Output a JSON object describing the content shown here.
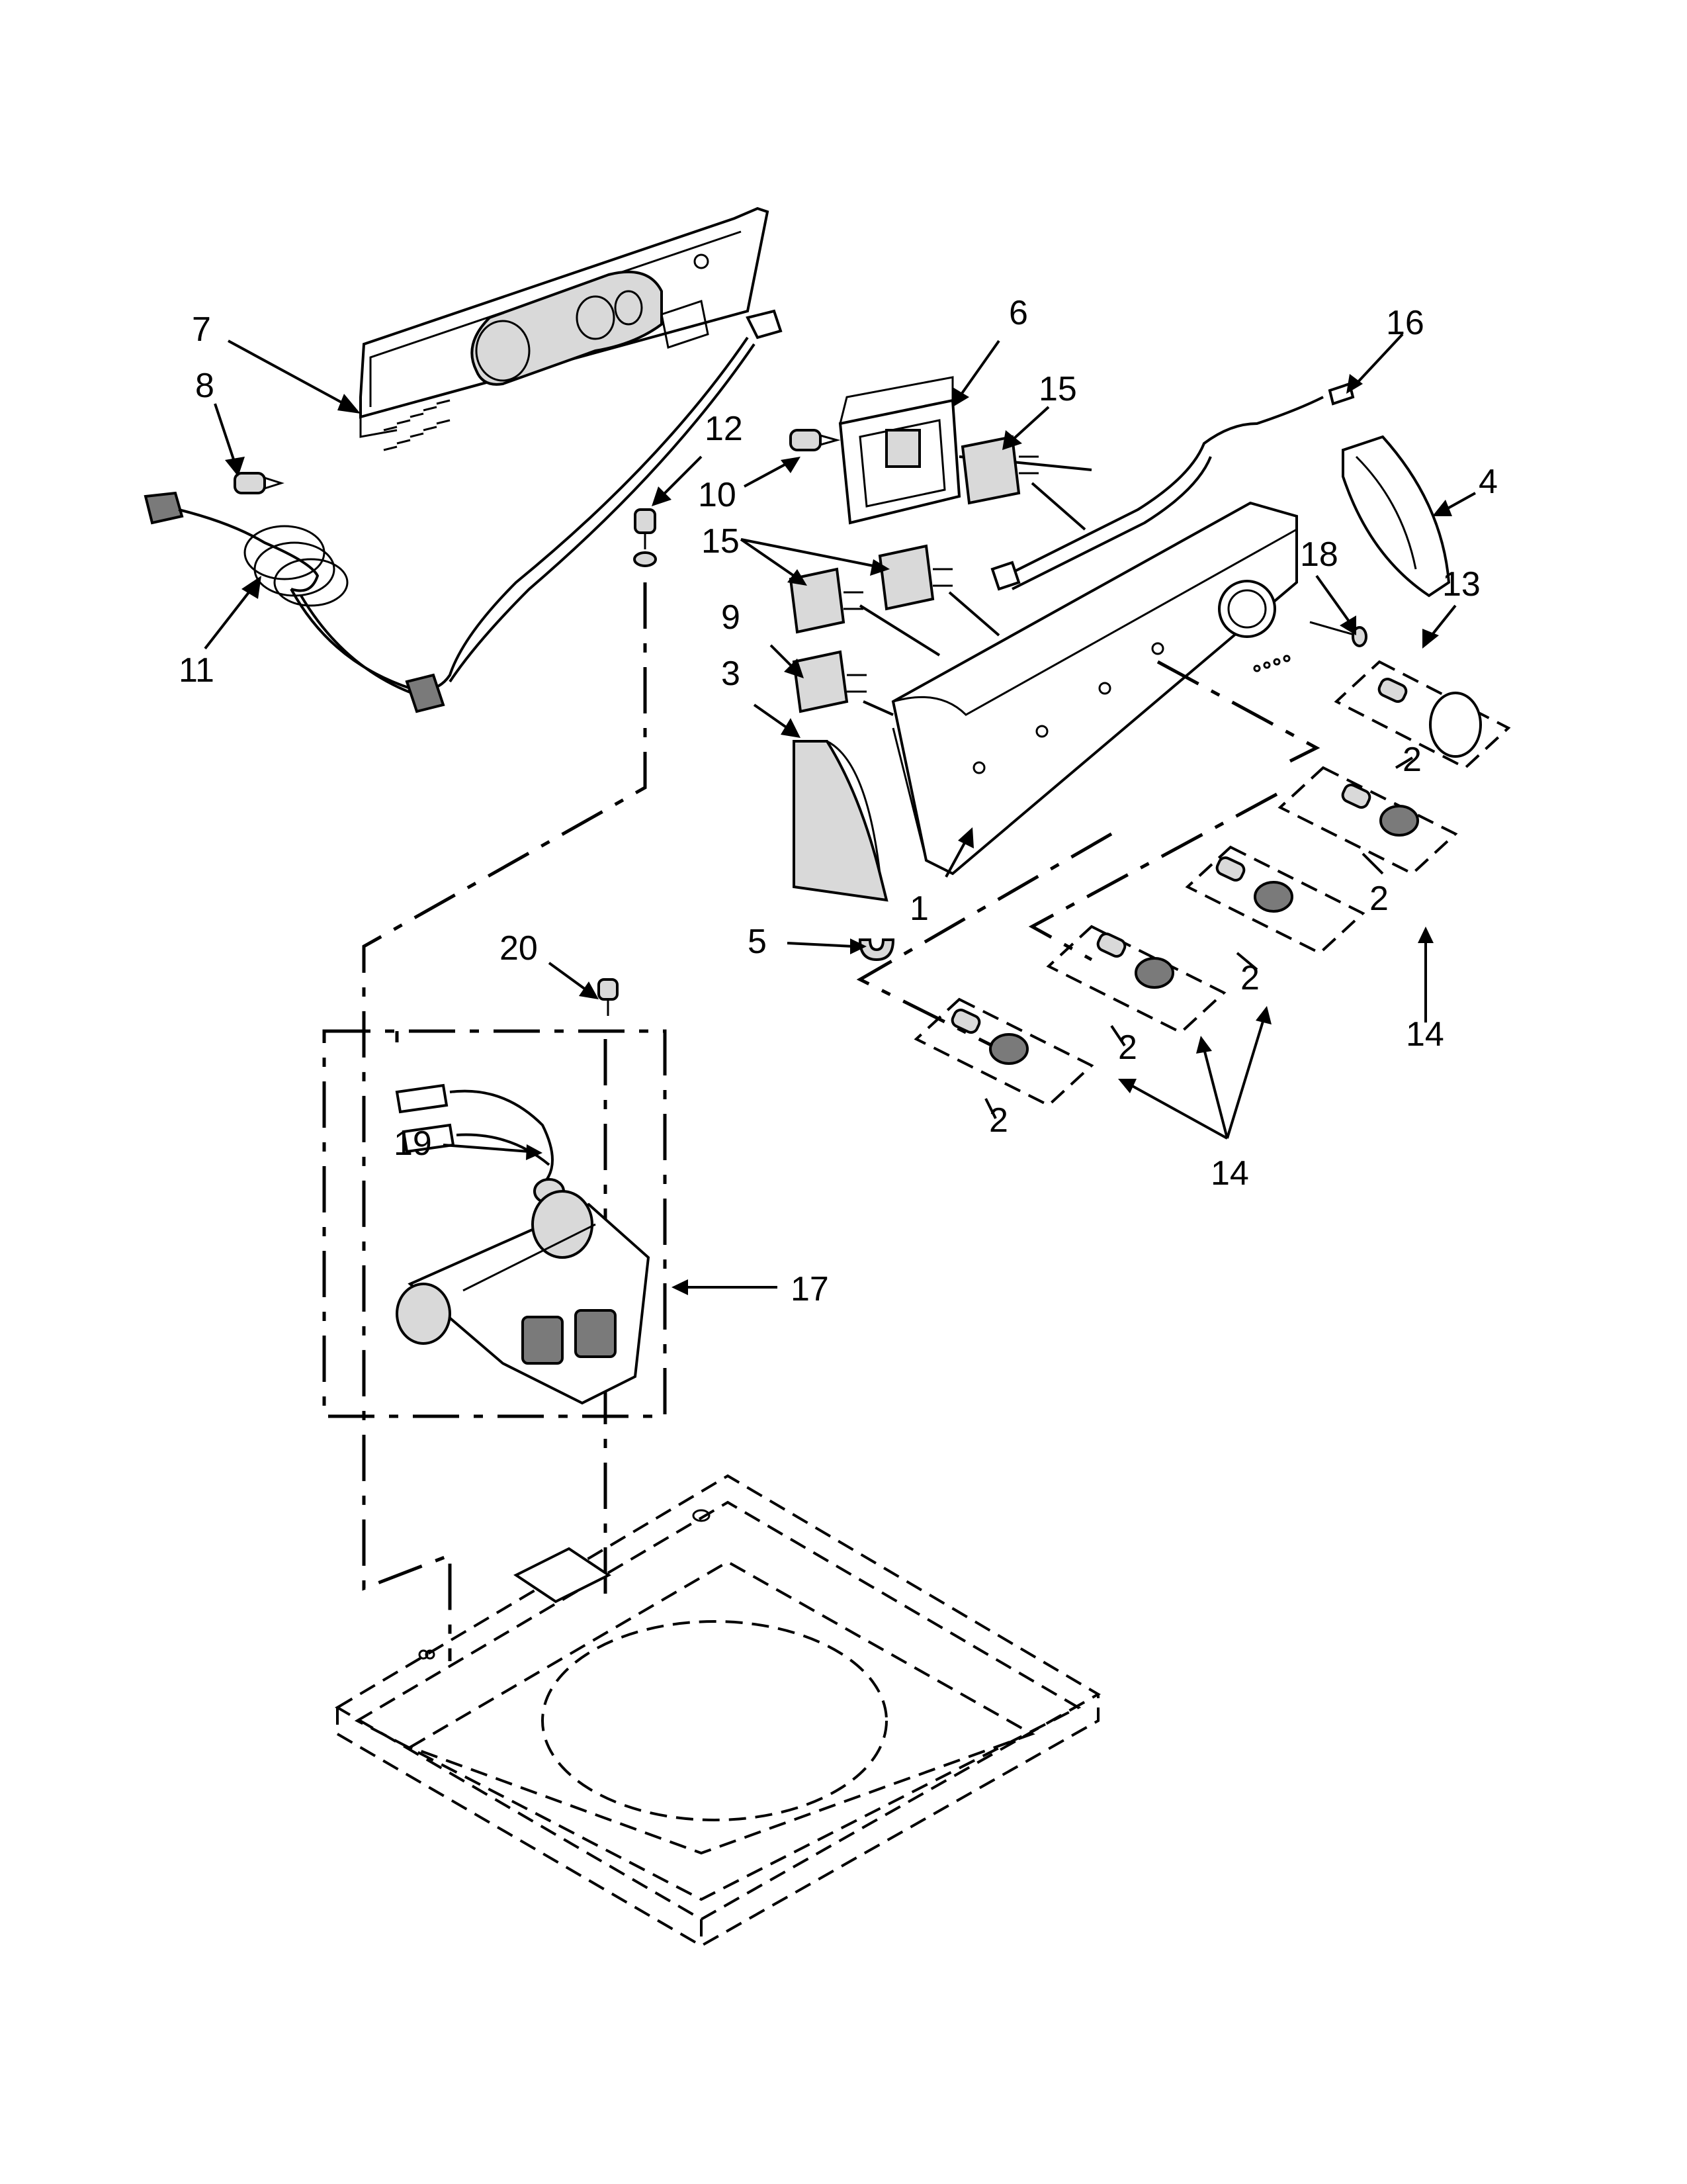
{
  "diagram": {
    "callouts": [
      {
        "id": "c7",
        "label": "7"
      },
      {
        "id": "c8",
        "label": "8"
      },
      {
        "id": "c11",
        "label": "11"
      },
      {
        "id": "c12",
        "label": "12"
      },
      {
        "id": "c6",
        "label": "6"
      },
      {
        "id": "c10",
        "label": "10"
      },
      {
        "id": "c15a",
        "label": "15"
      },
      {
        "id": "c15b",
        "label": "15"
      },
      {
        "id": "c16",
        "label": "16"
      },
      {
        "id": "c4",
        "label": "4"
      },
      {
        "id": "c18",
        "label": "18"
      },
      {
        "id": "c13",
        "label": "13"
      },
      {
        "id": "c9",
        "label": "9"
      },
      {
        "id": "c3",
        "label": "3"
      },
      {
        "id": "c1",
        "label": "1"
      },
      {
        "id": "c5",
        "label": "5"
      },
      {
        "id": "c2a",
        "label": "2"
      },
      {
        "id": "c2b",
        "label": "2"
      },
      {
        "id": "c2c",
        "label": "2"
      },
      {
        "id": "c2d",
        "label": "2"
      },
      {
        "id": "c2e",
        "label": "2"
      },
      {
        "id": "c14a",
        "label": "14"
      },
      {
        "id": "c14b",
        "label": "14"
      },
      {
        "id": "c20",
        "label": "20"
      },
      {
        "id": "c19",
        "label": "19"
      },
      {
        "id": "c17",
        "label": "17"
      }
    ]
  }
}
